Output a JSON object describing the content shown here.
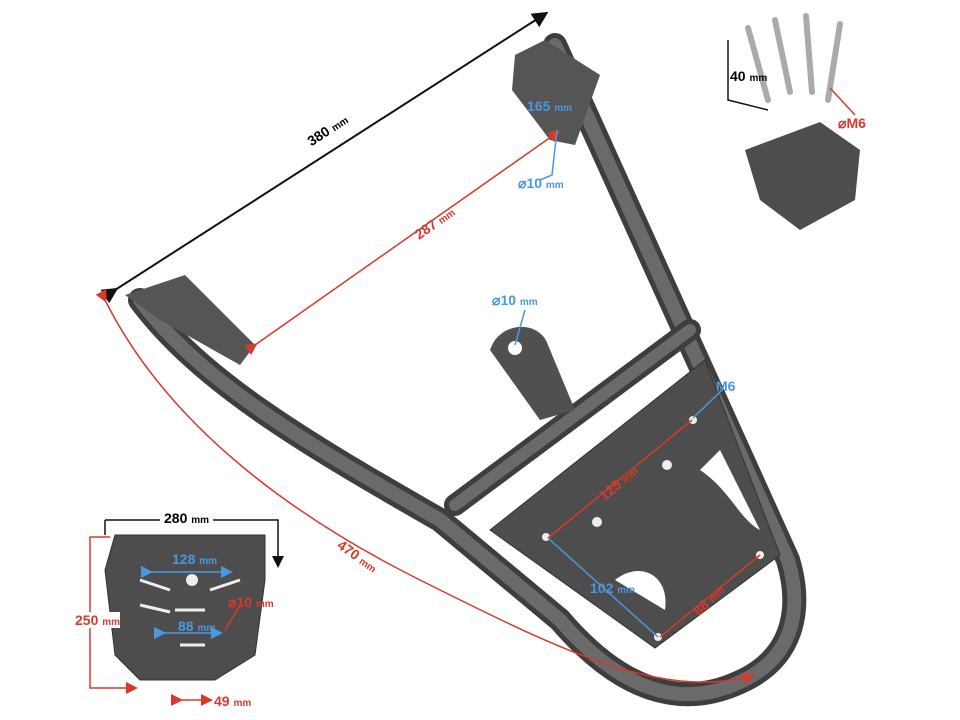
{
  "colors": {
    "frame": "#555555",
    "plate": "#4d4d4d",
    "dimension_black": "#111111",
    "dimension_red": "#d8392b",
    "dimension_blue": "#4a98e0"
  },
  "main_frame": {
    "width_top": {
      "value": "380",
      "unit": "mm"
    },
    "inner_width": {
      "value": "287",
      "unit": "mm"
    },
    "bracket_spacing": {
      "value": "165",
      "unit": "mm"
    },
    "bracket_hole": {
      "value": "10",
      "unit": "mm"
    },
    "center_hole": {
      "value": "10",
      "unit": "mm"
    },
    "plate_thread": {
      "value": "M6"
    },
    "plate_hole_diag": {
      "value": "125",
      "unit": "mm"
    },
    "plate_hole_horiz": {
      "value": "102",
      "unit": "mm"
    },
    "plate_hole_short": {
      "value": "88",
      "unit": "mm"
    },
    "length": {
      "value": "470",
      "unit": "mm"
    }
  },
  "bolts_inset": {
    "length": {
      "value": "40",
      "unit": "mm"
    },
    "thread": {
      "value": "M6"
    }
  },
  "adapter_plate": {
    "width": {
      "value": "280",
      "unit": "mm"
    },
    "height": {
      "value": "250",
      "unit": "mm"
    },
    "top_spacing": {
      "value": "128",
      "unit": "mm"
    },
    "hole": {
      "value": "10",
      "unit": "mm"
    },
    "bottom_spacing": {
      "value": "88",
      "unit": "mm"
    },
    "tab_width": {
      "value": "49",
      "unit": "mm"
    }
  }
}
